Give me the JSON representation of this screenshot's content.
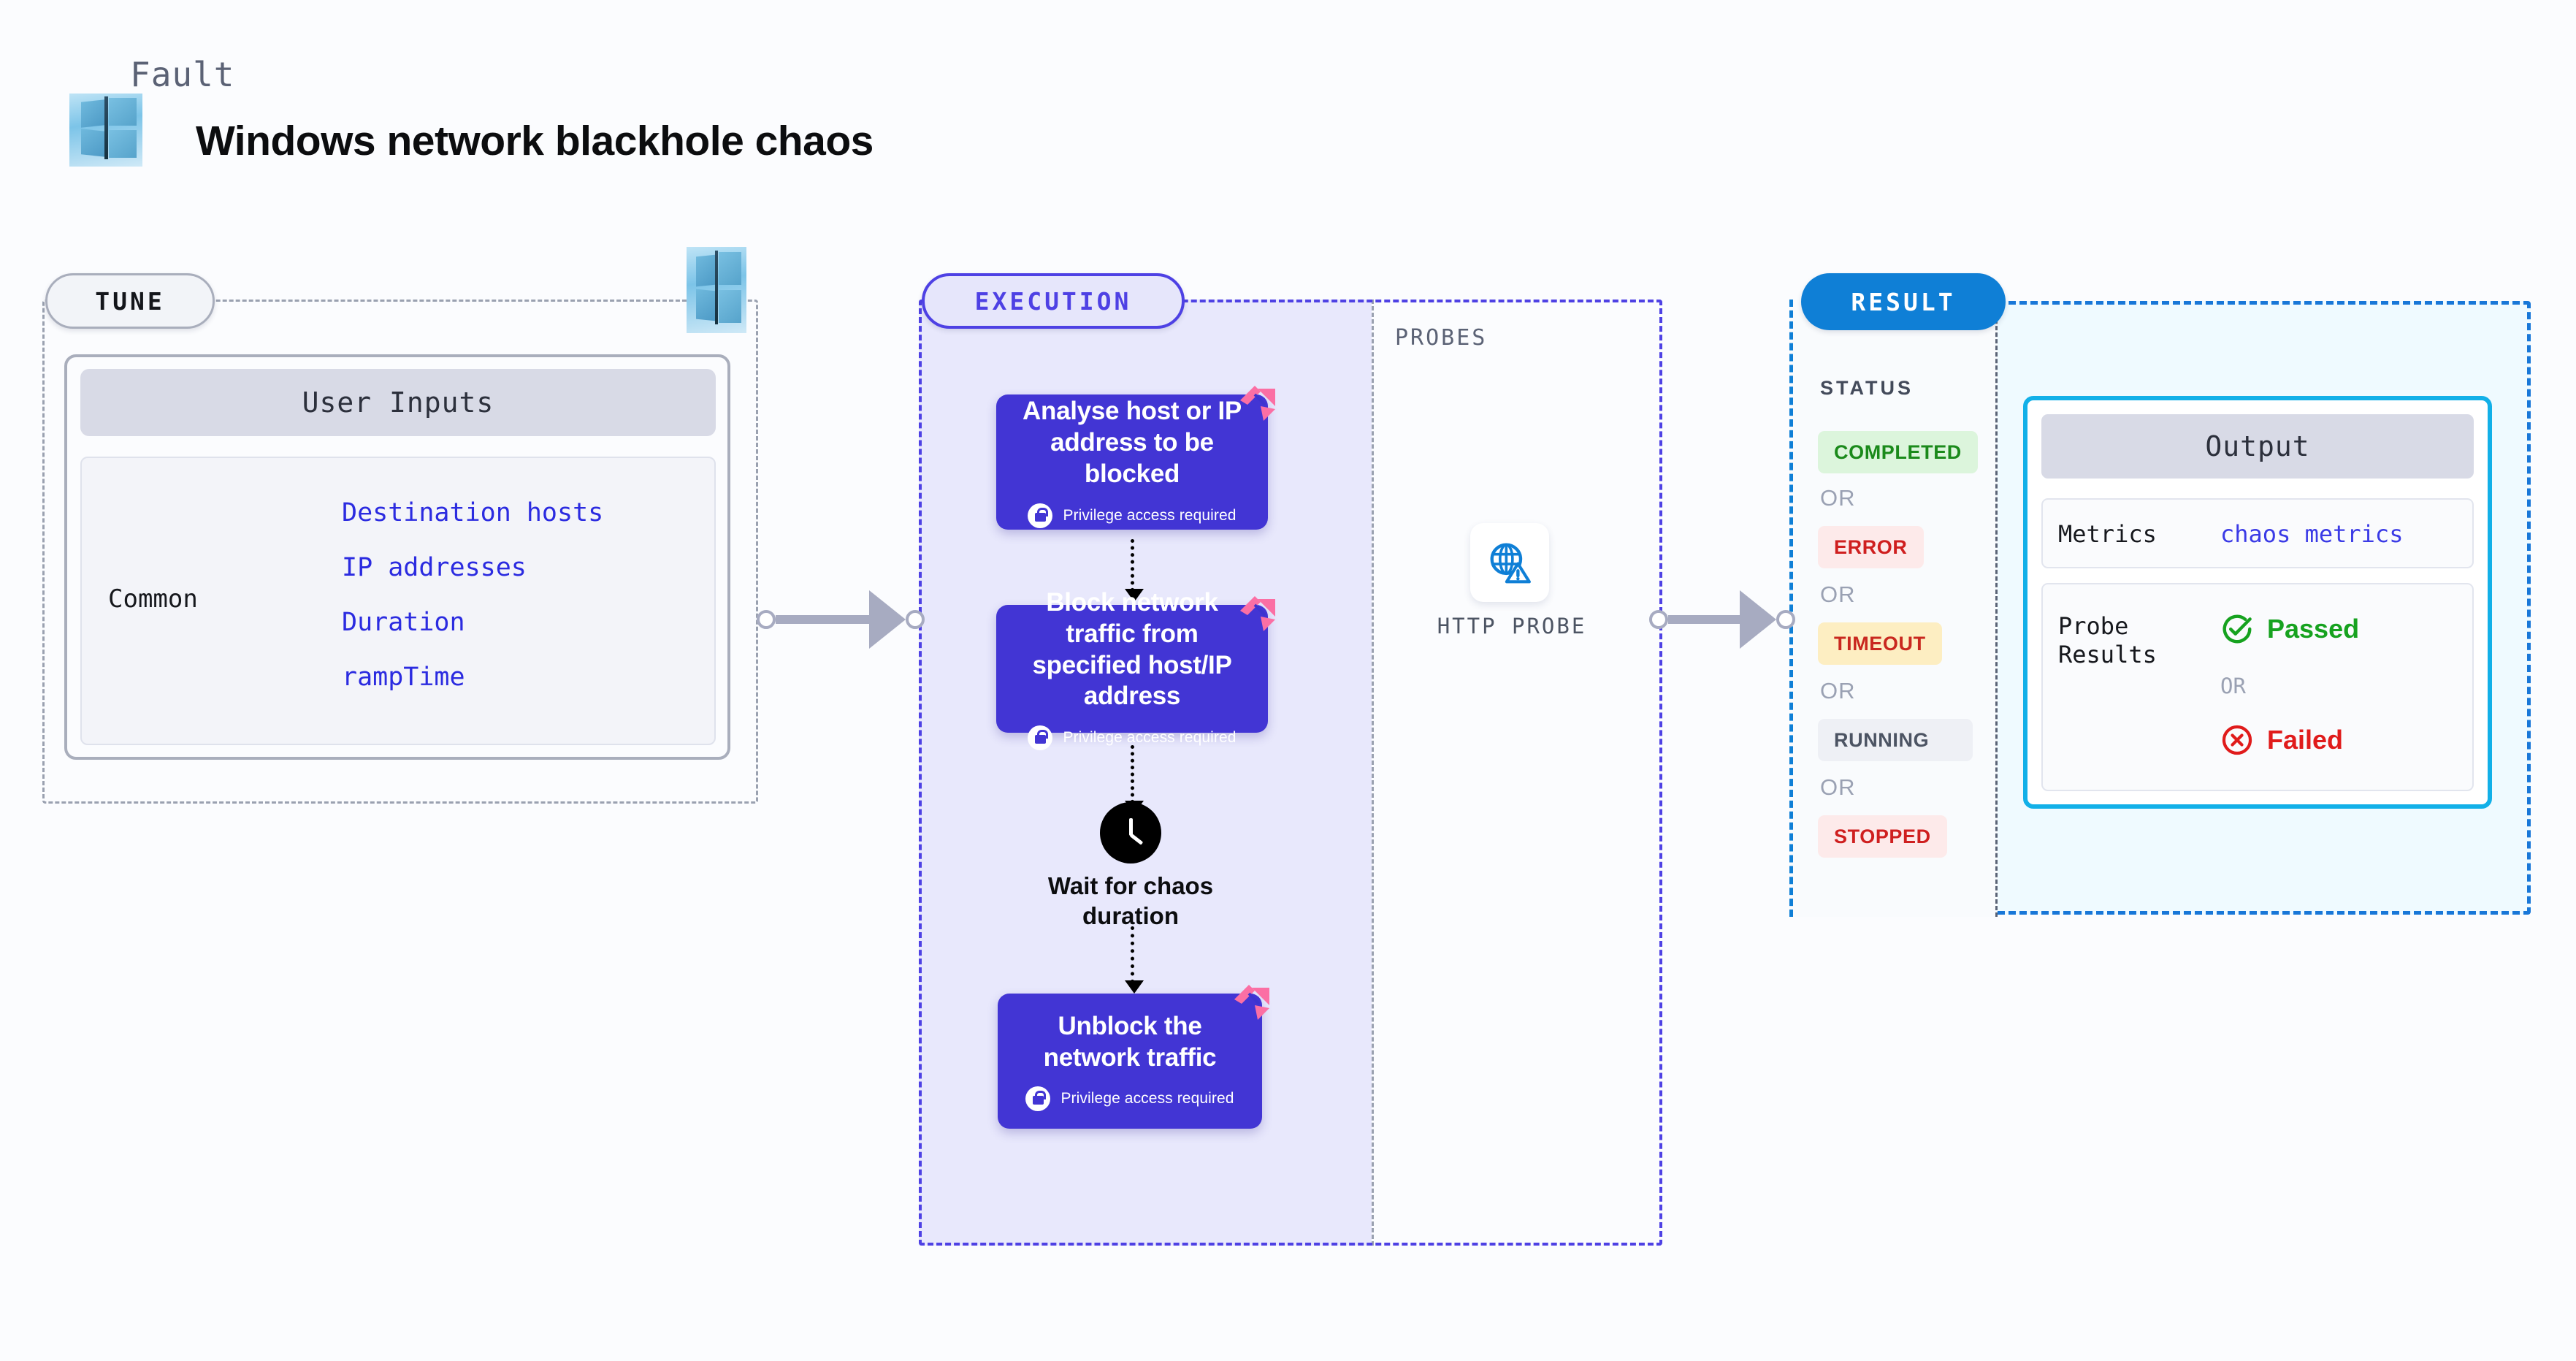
{
  "header": {
    "kicker": "Fault",
    "title": "Windows network blackhole chaos",
    "logo_icon": "windows-logo-icon"
  },
  "tune": {
    "pill_label": "TUNE",
    "card_title": "User Inputs",
    "group_label": "Common",
    "inputs": [
      "Destination hosts",
      "IP addresses",
      "Duration",
      "rampTime"
    ],
    "platform_icon": "windows-logo-icon"
  },
  "execution": {
    "pill_label": "EXECUTION",
    "steps": [
      {
        "title": "Analyse host or IP address to be blocked",
        "note": "Privilege access required",
        "lock_icon": "lock-icon",
        "badge_icon": "chaos-ribbon-icon"
      },
      {
        "title": "Block network traffic from specified host/IP address",
        "note": "Privilege access required",
        "lock_icon": "lock-icon",
        "badge_icon": "chaos-ribbon-icon"
      },
      {
        "title": "Unblock the network traffic",
        "note": "Privilege access required",
        "lock_icon": "lock-icon",
        "badge_icon": "chaos-ribbon-icon"
      }
    ],
    "wait": {
      "label": "Wait for chaos duration",
      "icon": "clock-icon"
    }
  },
  "probes": {
    "section_label": "PROBES",
    "items": [
      {
        "name": "HTTP PROBE",
        "icon": "globe-warning-icon"
      }
    ]
  },
  "result": {
    "pill_label": "RESULT",
    "status_label": "STATUS",
    "or_label": "OR",
    "statuses": [
      {
        "label": "COMPLETED",
        "bg": "#dcf5dc",
        "fg": "#1b8a1b"
      },
      {
        "label": "ERROR",
        "bg": "#fdeaea",
        "fg": "#cf1f1f"
      },
      {
        "label": "TIMEOUT",
        "bg": "#fdeec2",
        "fg": "#c9281f"
      },
      {
        "label": "RUNNING",
        "bg": "#eef0f5",
        "fg": "#4c5463"
      },
      {
        "label": "STOPPED",
        "bg": "#fdeaea",
        "fg": "#cf1f1f"
      }
    ],
    "output": {
      "title": "Output",
      "metrics_key": "Metrics",
      "metrics_value": "chaos metrics",
      "probe_key": "Probe Results",
      "passed_label": "Passed",
      "failed_label": "Failed",
      "or_label": "OR",
      "pass_icon": "check-circle-icon",
      "fail_icon": "x-circle-icon"
    }
  },
  "colors": {
    "execution_purple": "#4235d4",
    "result_blue": "#0f7fd6",
    "output_border": "#12b0e8",
    "ribbon_pink": "#fb6fa4",
    "input_blue": "#2b2be0"
  }
}
